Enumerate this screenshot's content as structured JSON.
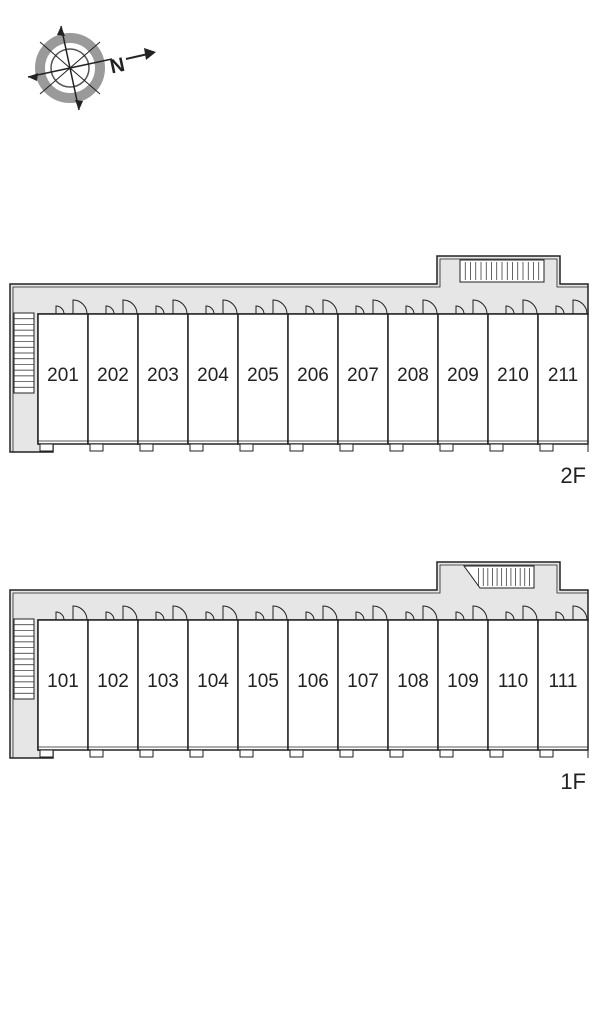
{
  "compass": {
    "north_letter": "N"
  },
  "floors": [
    {
      "id": "2f",
      "label": "2F",
      "units": [
        "201",
        "202",
        "203",
        "204",
        "205",
        "206",
        "207",
        "208",
        "209",
        "210",
        "211"
      ]
    },
    {
      "id": "1f",
      "label": "1F",
      "units": [
        "101",
        "102",
        "103",
        "104",
        "105",
        "106",
        "107",
        "108",
        "109",
        "110",
        "111"
      ]
    }
  ],
  "colors": {
    "corridor": "#e6e6e6",
    "stroke": "#222222",
    "stair": "#ffffff"
  }
}
